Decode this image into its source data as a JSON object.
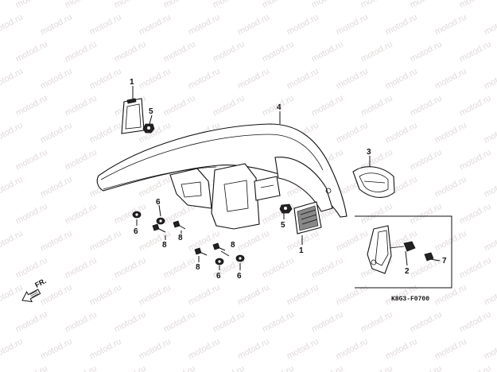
{
  "watermark": "motod.ru",
  "diagram_code": "K8G3-F0700",
  "direction_label": "FR.",
  "callouts": {
    "reflector_upper": "1",
    "reflector_lower": "1",
    "joint": "2",
    "bracket": "3",
    "fender": "4",
    "nut_5_upper": "5",
    "nut_5_lower": "5",
    "grommet_6_a": "6",
    "grommet_6_b": "6",
    "grommet_6_c": "6",
    "grommet_6_d": "6",
    "screw_7": "7",
    "bolt_8_a": "8",
    "bolt_8_b": "8",
    "bolt_8_c": "8",
    "bolt_8_d": "8"
  },
  "colors": {
    "line": "#111111",
    "watermark": "#e2dada",
    "background": "#ffffff"
  }
}
